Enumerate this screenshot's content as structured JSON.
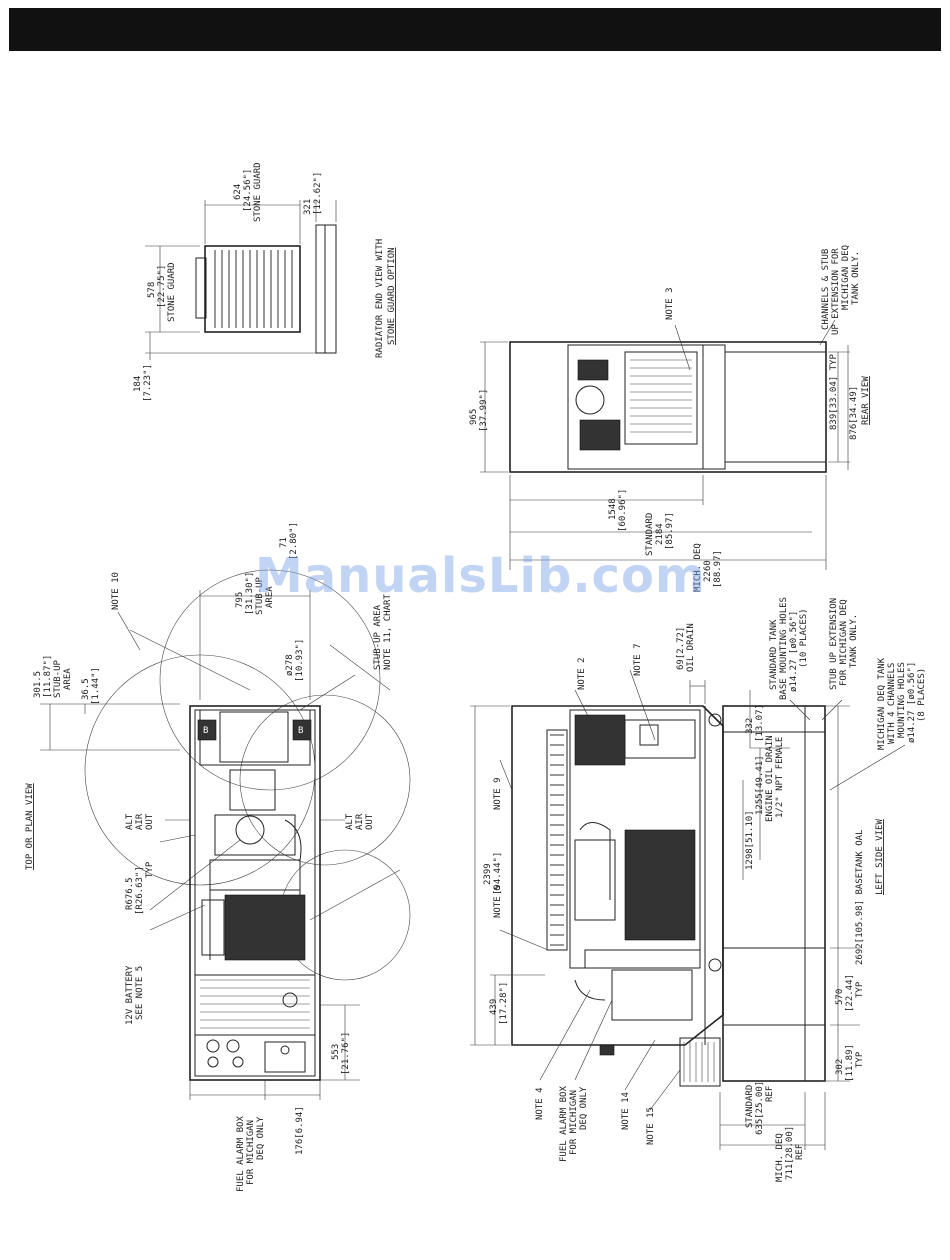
{
  "header": {
    "title": ""
  },
  "watermark": "ManualsLib.com",
  "plan_view": {
    "title": "TOP OR PLAN VIEW",
    "note10": "NOTE 10",
    "stub_area_1": "301.5",
    "stub_area_2": "[11.87\"]",
    "stub_area_3": "STUB-UP",
    "stub_area_4": "AREA",
    "dim36_1": "36.5",
    "dim36_2": "[1.44\"]",
    "dim795_1": "795",
    "dim795_2": "[31.30\"]",
    "dim795_3": "STUB-UP",
    "dim795_4": "AREA",
    "dim71_1": "71",
    "dim71_2": "[2.80\"]",
    "dim278_1": "ø278",
    "dim278_2": "[10.93\"]",
    "stub_chart_1": "STUB-UP AREA",
    "stub_chart_2": "NOTE 11, CHART",
    "radius_1": "R676.5",
    "radius_2": "[R26.63\"]",
    "radius_3": "TYP",
    "alt_air_left_1": "ALT",
    "alt_air_left_2": "AIR",
    "alt_air_left_3": "OUT",
    "alt_air_right_1": "ALT",
    "alt_air_right_2": "AIR",
    "alt_air_right_3": "OUT",
    "battery_1": "12V BATTERY",
    "battery_2": "SEE NOTE 5",
    "dim553_1": "553",
    "dim553_2": "[21.76\"]",
    "fuel_alarm_1": "FUEL ALARM BOX",
    "fuel_alarm_2": "FOR MICHIGAN",
    "fuel_alarm_3": "DEQ ONLY",
    "dim176": "176[6.94]",
    "marker_b": "B"
  },
  "radiator_view": {
    "title_1": "RADIATOR END VIEW WITH",
    "title_2": "STONE GUARD OPTION",
    "dim624_1": "624",
    "dim624_2": "[24.56\"]",
    "dim624_3": "STONE GUARD",
    "dim321_1": "321",
    "dim321_2": "[12.62\"]",
    "dim578_1": "578",
    "dim578_2": "[22.75\"]",
    "dim578_3": "STONE GUARD",
    "dim184_1": "184",
    "dim184_2": "[7.23\"]"
  },
  "rear_view": {
    "title": "REAR VIEW",
    "note3": "NOTE 3",
    "dim965_1": "965",
    "dim965_2": "[37.99\"]",
    "dim1548_1": "1548",
    "dim1548_2": "[60.96\"]",
    "std_1": "STANDARD",
    "std_2": "2184",
    "std_3": "[85.97]",
    "mich_1": "MICH. DEQ",
    "mich_2": "2260",
    "mich_3": "[88.97]",
    "channels_1": "CHANNELS & STUB",
    "channels_2": "UP EXTENSION FOR",
    "channels_3": "MICHIGAN DEQ",
    "channels_4": "TANK ONLY.",
    "dim839": "839[33.04] TYP",
    "dim876": "876[34.49]"
  },
  "side_view": {
    "title": "LEFT SIDE VIEW",
    "note9": "NOTE 9",
    "note2": "NOTE 2",
    "note7": "NOTE 7",
    "note6": "NOTE 6",
    "note4": "NOTE 4",
    "note14": "NOTE 14",
    "note15": "NOTE 15",
    "oil_1": "69[2.72]",
    "oil_2": "OIL DRAIN",
    "tank_holes_1": "STANDARD TANK",
    "tank_holes_2": "BASE MOUNTING HOLES",
    "tank_holes_3": "ø14.27 [ø0.56\"]",
    "tank_holes_4": "(10 PLACES)",
    "stub_ext_1": "STUB UP EXTENSION",
    "stub_ext_2": "FOR MICHIGAN DEQ",
    "stub_ext_3": "TANK ONLY.",
    "mich_tank_1": "MICHIGAN DEQ TANK",
    "mich_tank_2": "WITH 4 CHANNELS",
    "mich_tank_3": "MOUNTING HOLES",
    "mich_tank_4": "ø14.27 [ø0.56\"]",
    "mich_tank_5": "(8 PLACES)",
    "dim332_1": "332",
    "dim332_2": "[13.07]",
    "dim1255_1": "1255[49.41]",
    "dim1255_2": "ENGINE OIL DRAIN",
    "dim1255_3": "1/2\" NPT FEMALE",
    "dim1298": "1298[51.10]",
    "dim2399_1": "2399",
    "dim2399_2": "[94.44\"]",
    "dim439_1": "439",
    "dim439_2": "[17.28\"]",
    "dim2692": "2692[105.98] BASETANK OAL",
    "dim570_1": "570",
    "dim570_2": "[22.44]",
    "dim570_3": "TYP",
    "dim302_1": "302",
    "dim302_2": "[11.89]",
    "dim302_3": "TYP",
    "fuel_alarm_1": "FUEL ALARM BOX",
    "fuel_alarm_2": "FOR MICHIGAN",
    "fuel_alarm_3": "DEQ ONLY",
    "std_ref_1": "STANDARD",
    "std_ref_2": "635[25.00]",
    "std_ref_3": "REF",
    "mich_ref_1": "MICH. DEQ",
    "mich_ref_2": "711[28.00]",
    "mich_ref_3": "REF"
  }
}
